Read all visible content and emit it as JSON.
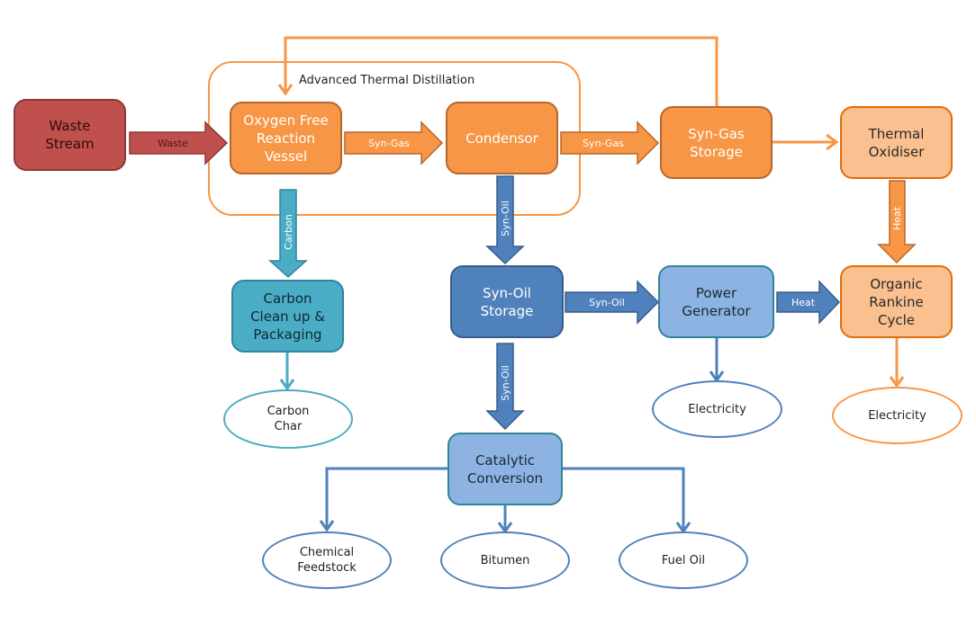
{
  "group": {
    "label": "Advanced Thermal Distillation"
  },
  "colors": {
    "red": "#c0504d",
    "red_border": "#8c3836",
    "orange": "#f79646",
    "orange_border": "#b8672a",
    "light_orange": "#fac08f",
    "light_orange_border": "#e46c0a",
    "teal": "#4bacc6",
    "teal_border": "#31849b",
    "blue": "#4f81bd",
    "blue_border": "#385d8a",
    "light_blue": "#8db3e2",
    "light_blue_border": "#31849b"
  },
  "nodes": {
    "waste_stream": "Waste\nStream",
    "reaction_vessel": "Oxygen Free\nReaction\nVessel",
    "condensor": "Condensor",
    "syngas_storage": "Syn-Gas\nStorage",
    "thermal_oxidiser": "Thermal\nOxidiser",
    "carbon_cleanup": "Carbon\nClean up &\nPackaging",
    "synoil_storage": "Syn-Oil\nStorage",
    "power_generator": "Power\nGenerator",
    "orc": "Organic\nRankine\nCycle",
    "catalytic": "Catalytic\nConversion"
  },
  "outputs": {
    "carbon_char": "Carbon\nChar",
    "electricity_1": "Electricity",
    "electricity_2": "Electricity",
    "chemical_feedstock": "Chemical\nFeedstock",
    "bitumen": "Bitumen",
    "fuel_oil": "Fuel Oil"
  },
  "arrows": {
    "waste": "Waste",
    "syngas_1": "Syn-Gas",
    "syngas_2": "Syn-Gas",
    "carbon": "Carbon",
    "synoil_1": "Syn-Oil",
    "synoil_2": "Syn-Oil",
    "synoil_3": "Syn-Oil",
    "heat_1": "Heat",
    "heat_2": "Heat"
  }
}
